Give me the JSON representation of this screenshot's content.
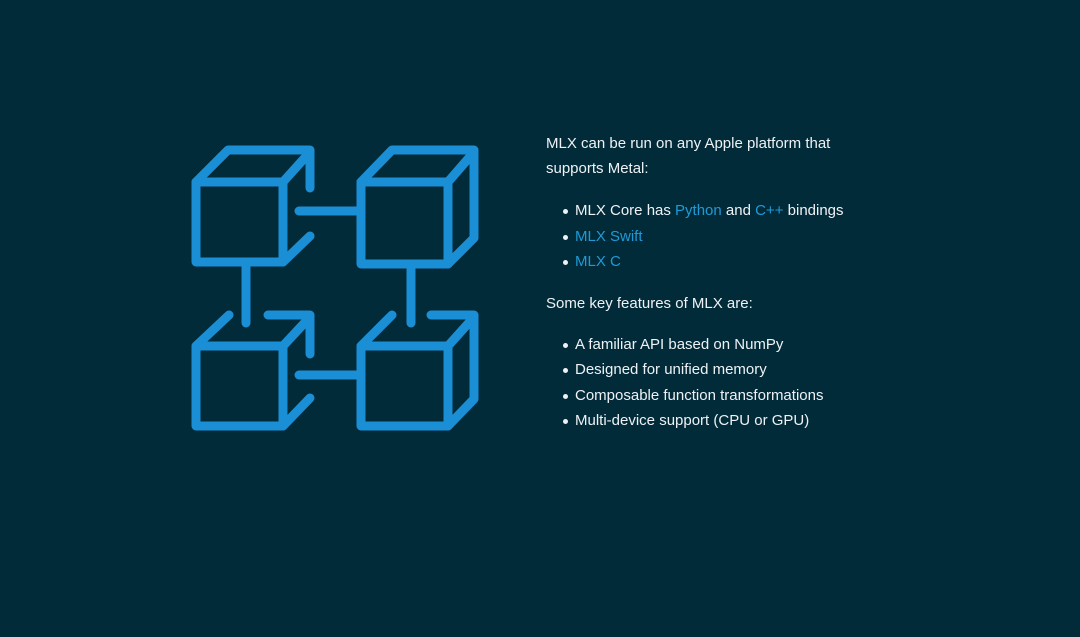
{
  "colors": {
    "background": "#022b3a",
    "icon_stroke": "#1b8fd6",
    "link": "#1f9ad6",
    "text": "#eef2f4"
  },
  "logo": {
    "icon": "connected-cubes-icon",
    "description": "Four isometric cubes connected by lines in a 2x2 grid"
  },
  "platforms": {
    "intro": "MLX can be run on any Apple platform that supports Metal:",
    "items": [
      {
        "prefix": "MLX Core has ",
        "link1": "Python",
        "middle": " and ",
        "link2": "C++",
        "suffix": " bindings"
      },
      {
        "link": "MLX Swift"
      },
      {
        "link": "MLX C"
      }
    ]
  },
  "features": {
    "intro": "Some key features of MLX are:",
    "items": [
      "A familiar API based on NumPy",
      "Designed for unified memory",
      "Composable function transformations",
      "Multi-device support (CPU or GPU)"
    ]
  }
}
